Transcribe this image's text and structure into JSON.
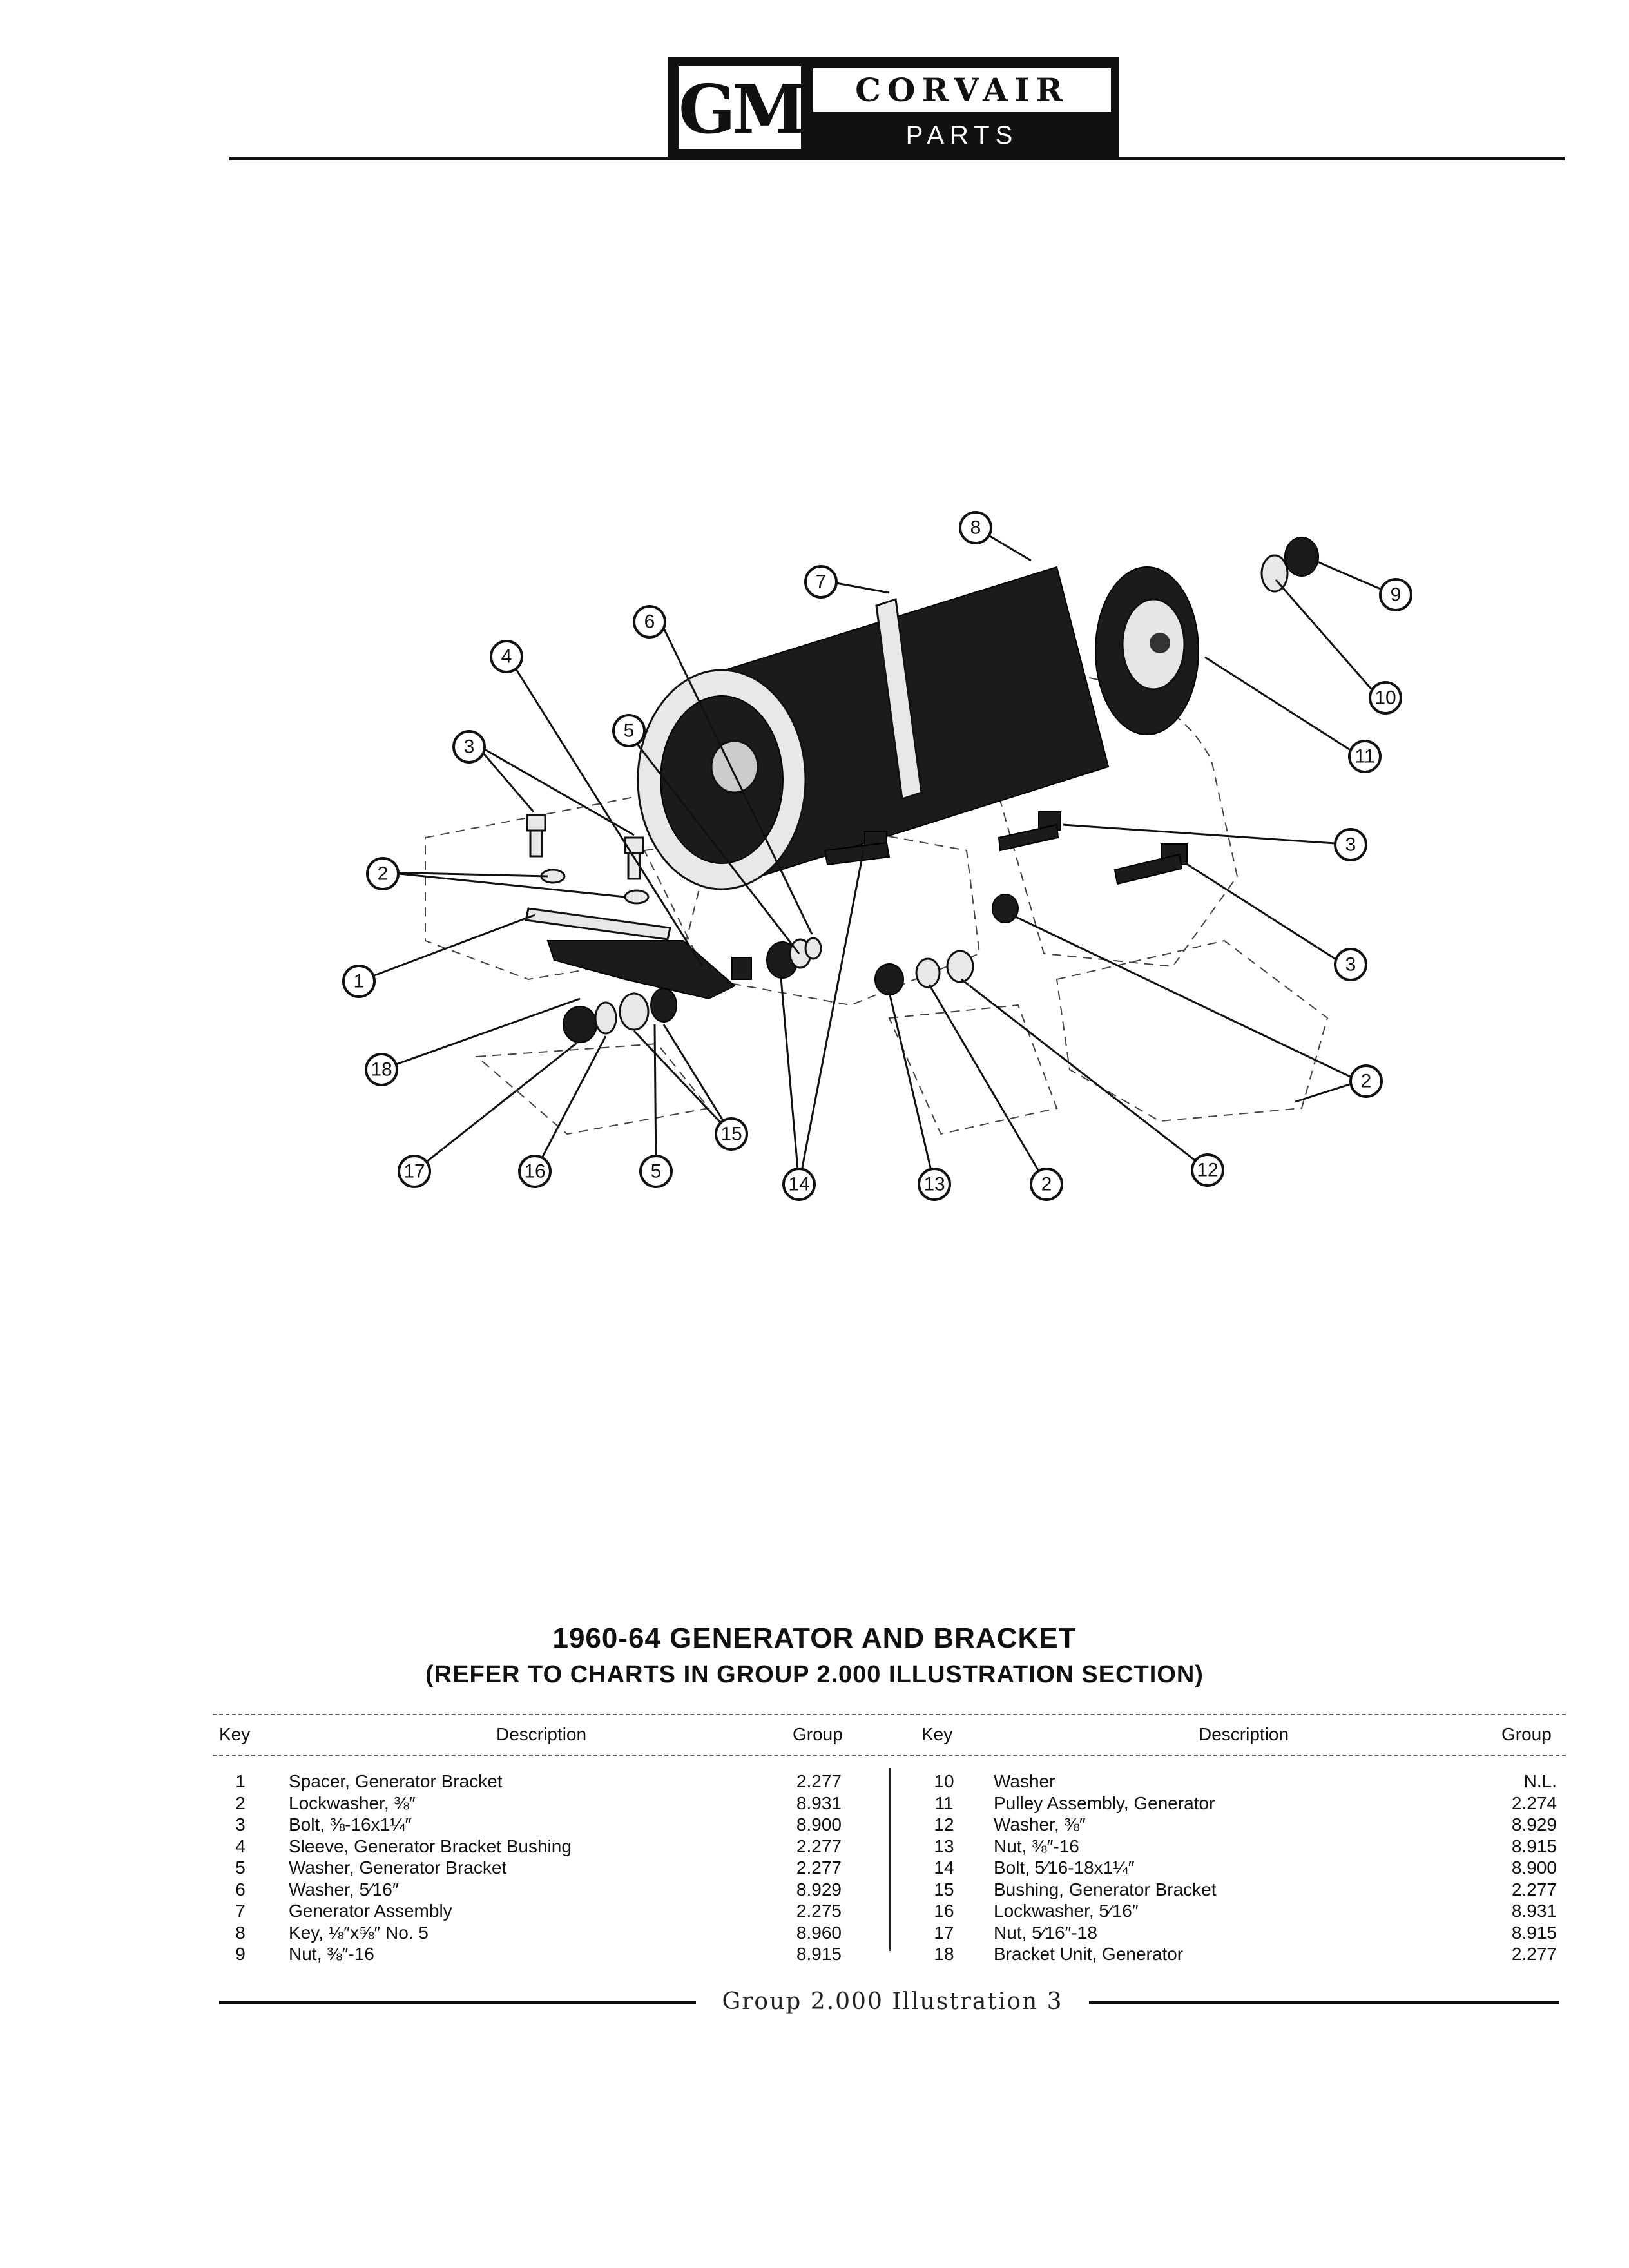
{
  "header": {
    "logo_mark": "GM",
    "logo_title": "CORVAIR",
    "logo_subtitle": "PARTS CATALOGUE"
  },
  "illustration": {
    "callouts": [
      "1",
      "2",
      "3",
      "4",
      "5",
      "6",
      "7",
      "8",
      "9",
      "10",
      "11",
      "12",
      "13",
      "14",
      "15",
      "16",
      "17",
      "18"
    ]
  },
  "title": "1960-64 GENERATOR AND BRACKET",
  "subtitle": "(REFER TO CHARTS IN GROUP 2.000 ILLUSTRATION SECTION)",
  "table": {
    "headers": {
      "key": "Key",
      "description": "Description",
      "group": "Group"
    },
    "left_rows": [
      {
        "key": "1",
        "description": "Spacer, Generator Bracket",
        "group": "2.277"
      },
      {
        "key": "2",
        "description": "Lockwasher, ⅜″",
        "group": "8.931"
      },
      {
        "key": "3",
        "description": "Bolt, ⅜-16x1¼″",
        "group": "8.900"
      },
      {
        "key": "4",
        "description": "Sleeve, Generator Bracket Bushing",
        "group": "2.277"
      },
      {
        "key": "5",
        "description": "Washer, Generator Bracket",
        "group": "2.277"
      },
      {
        "key": "6",
        "description": "Washer, 5⁄16″",
        "group": "8.929"
      },
      {
        "key": "7",
        "description": "Generator Assembly",
        "group": "2.275"
      },
      {
        "key": "8",
        "description": "Key, ⅛″x⅝″ No. 5",
        "group": "8.960"
      },
      {
        "key": "9",
        "description": "Nut, ⅜″-16",
        "group": "8.915"
      }
    ],
    "right_rows": [
      {
        "key": "10",
        "description": "Washer",
        "group": "N.L."
      },
      {
        "key": "11",
        "description": "Pulley Assembly, Generator",
        "group": "2.274"
      },
      {
        "key": "12",
        "description": "Washer, ⅜″",
        "group": "8.929"
      },
      {
        "key": "13",
        "description": "Nut, ⅜″-16",
        "group": "8.915"
      },
      {
        "key": "14",
        "description": "Bolt, 5⁄16-18x1¼″",
        "group": "8.900"
      },
      {
        "key": "15",
        "description": "Bushing, Generator Bracket",
        "group": "2.277"
      },
      {
        "key": "16",
        "description": "Lockwasher, 5⁄16″",
        "group": "8.931"
      },
      {
        "key": "17",
        "description": "Nut, 5⁄16″-18",
        "group": "8.915"
      },
      {
        "key": "18",
        "description": "Bracket Unit, Generator",
        "group": "2.277"
      }
    ]
  },
  "footer": "Group 2.000 Illustration 3"
}
